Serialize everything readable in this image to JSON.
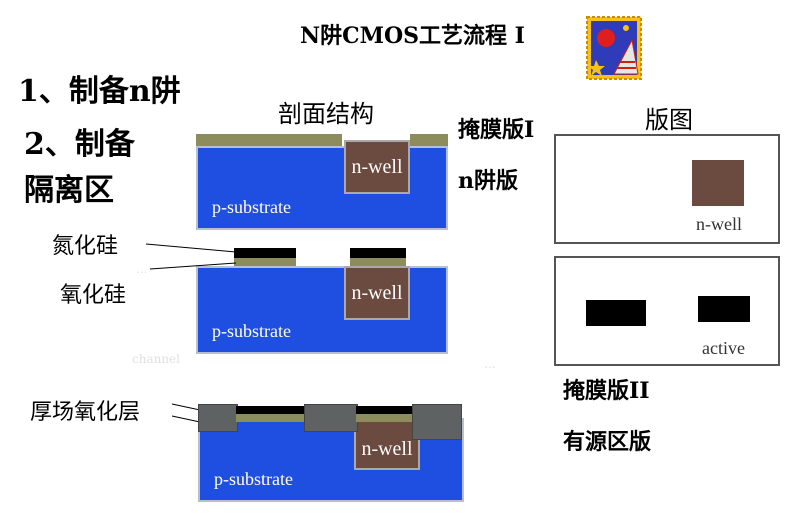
{
  "title": "N阱CMOS工艺流程 I",
  "steps": {
    "step1": "1、制备n阱",
    "step2_line1": "2、制备",
    "step2_line2": "隔离区"
  },
  "headings": {
    "cross_section": "剖面结构",
    "mask1": "掩膜版I",
    "nwell_mask": "n阱版",
    "layout": "版图",
    "mask2": "掩膜版II",
    "active_mask": "有源区版"
  },
  "labels": {
    "silicon_nitride": "氮化硅",
    "silicon_oxide": "氧化硅",
    "field_oxide": "厚场氧化层"
  },
  "cross_sections": {
    "substrate_label": "p-substrate",
    "nwell_label": "n-well"
  },
  "layout_panels": {
    "panel1_label": "n-well",
    "panel2_label": "active"
  },
  "faint_text": {
    "left": "channel",
    "middle": "...",
    "edge": "..."
  },
  "colors": {
    "substrate": "#1f4fe0",
    "nwell": "#6b4a3f",
    "oxide_film": "#8c8c5c",
    "nitride": "#000000",
    "field_oxide": "#5f6262"
  }
}
